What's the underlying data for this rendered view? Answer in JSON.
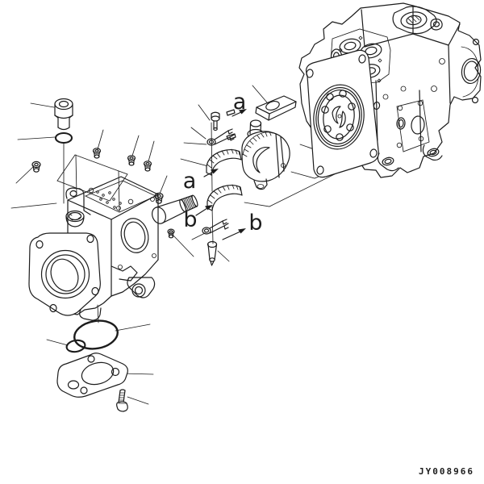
{
  "figure": {
    "kind": "exploded-parts-diagram",
    "description": "Hydraulic piston pump exploded view with servo cradle bearings",
    "callouts": {
      "a_upper": "a",
      "a_mid": "a",
      "b_left": "b",
      "b_right": "b"
    },
    "drawing_number": "JY008966",
    "colors": {
      "background": "#ffffff",
      "line": "#1c1c1c"
    }
  }
}
